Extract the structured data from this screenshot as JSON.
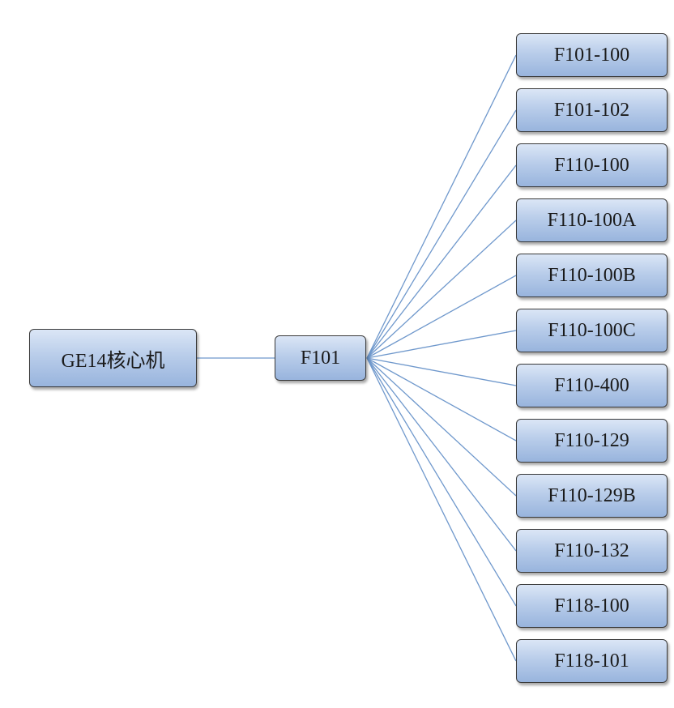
{
  "root": {
    "label": "GE14核心机"
  },
  "mid": {
    "label": "F101"
  },
  "leaves": [
    "F101-100",
    "F101-102",
    "F110-100",
    "F110-100A",
    "F110-100B",
    "F110-100C",
    "F110-400",
    "F110-129",
    "F110-129B",
    "F110-132",
    "F118-100",
    "F118-101"
  ],
  "colors": {
    "connector": "#6f98cc",
    "node_fill_top": "#dbe6f6",
    "node_fill_bottom": "#98b4dd",
    "node_border": "#3a3a3a"
  }
}
